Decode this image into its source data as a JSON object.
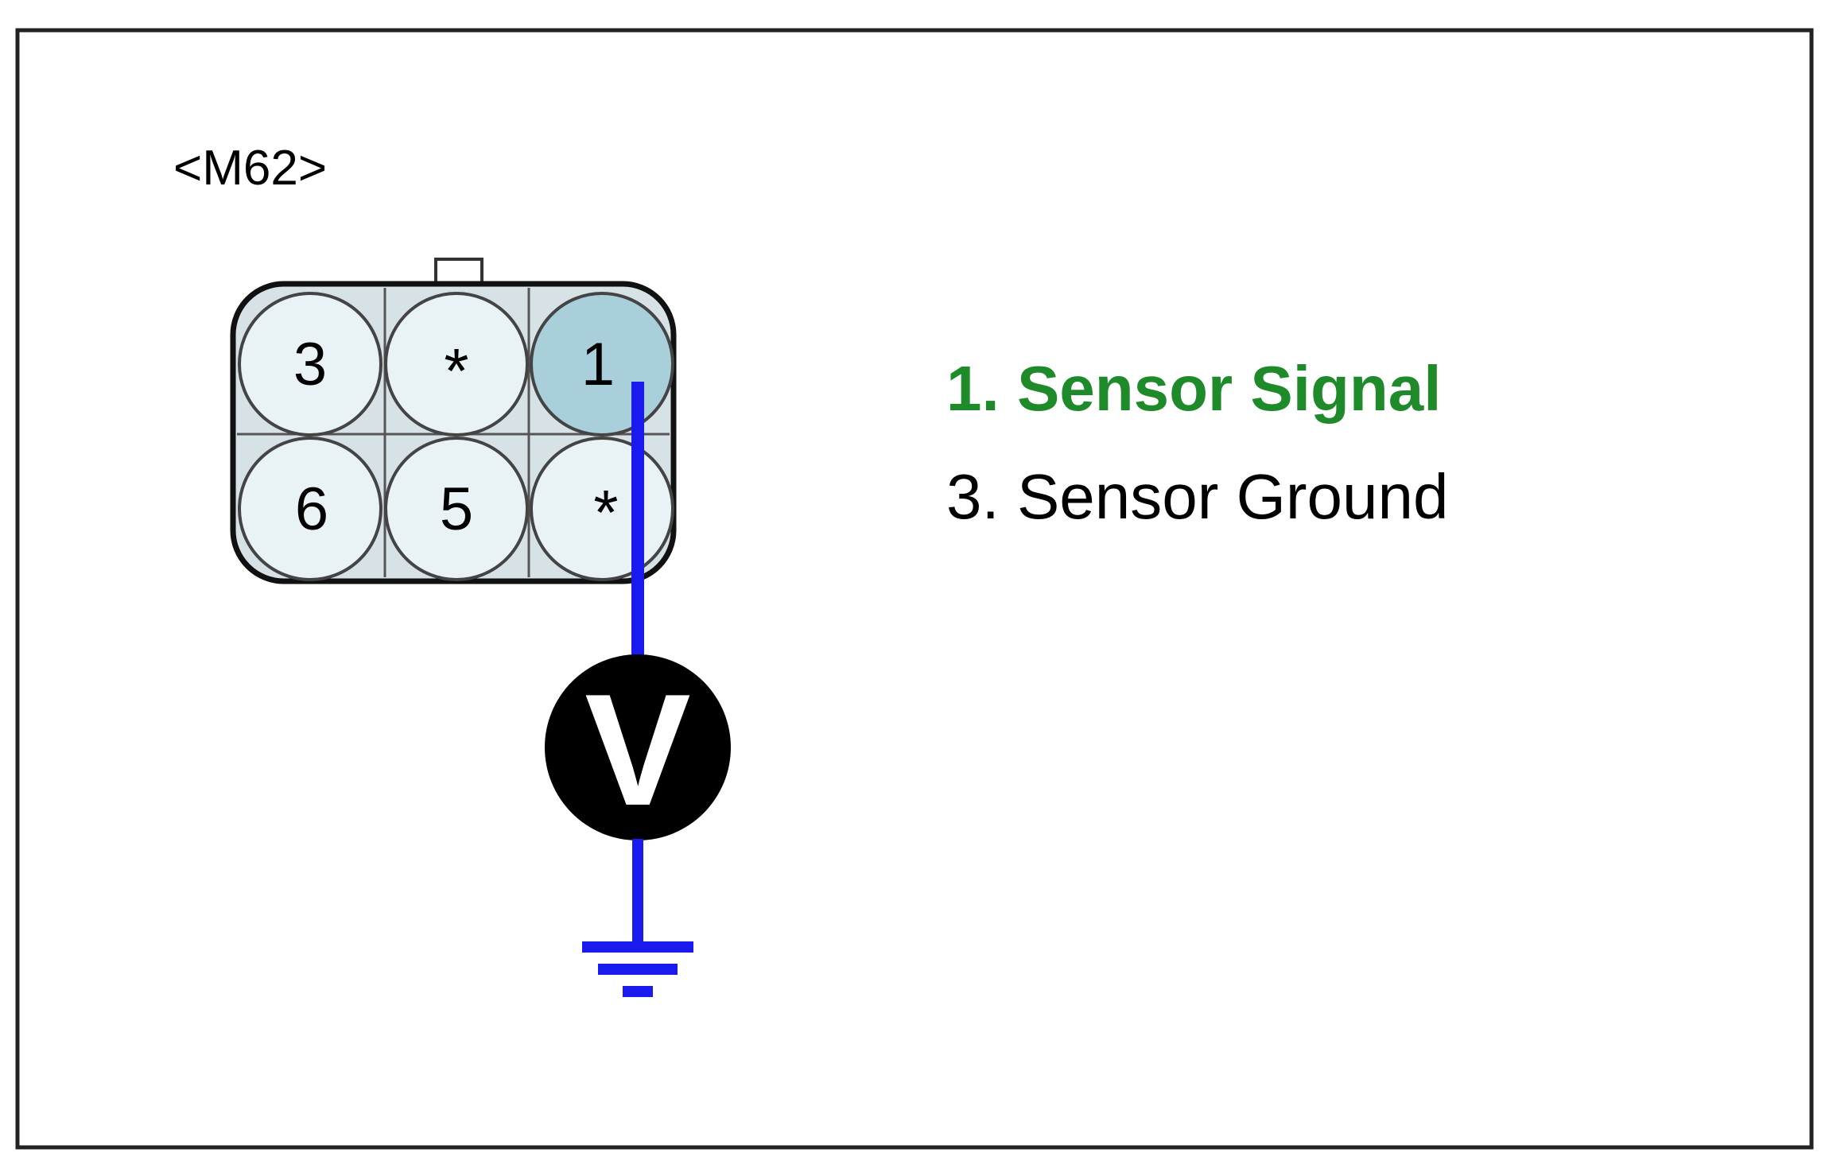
{
  "connector": {
    "label": "<M62>",
    "pins": [
      {
        "label": "3",
        "highlighted": false
      },
      {
        "label": "*",
        "highlighted": false
      },
      {
        "label": "1",
        "highlighted": true
      },
      {
        "label": "6",
        "highlighted": false
      },
      {
        "label": "5",
        "highlighted": false
      },
      {
        "label": "*",
        "highlighted": false
      }
    ]
  },
  "meter": {
    "symbol": "V"
  },
  "legend": [
    {
      "text": "1. Sensor Signal",
      "color": "#1f8a2a"
    },
    {
      "text": "3. Sensor Ground",
      "color": "#000000"
    }
  ],
  "colors": {
    "wire": "#1a1aee",
    "pin_fill": "#e9f2f5",
    "pin_highlight": "#a9d0da",
    "housing_fill": "#d7e2e6",
    "meter_fill": "#000000"
  }
}
